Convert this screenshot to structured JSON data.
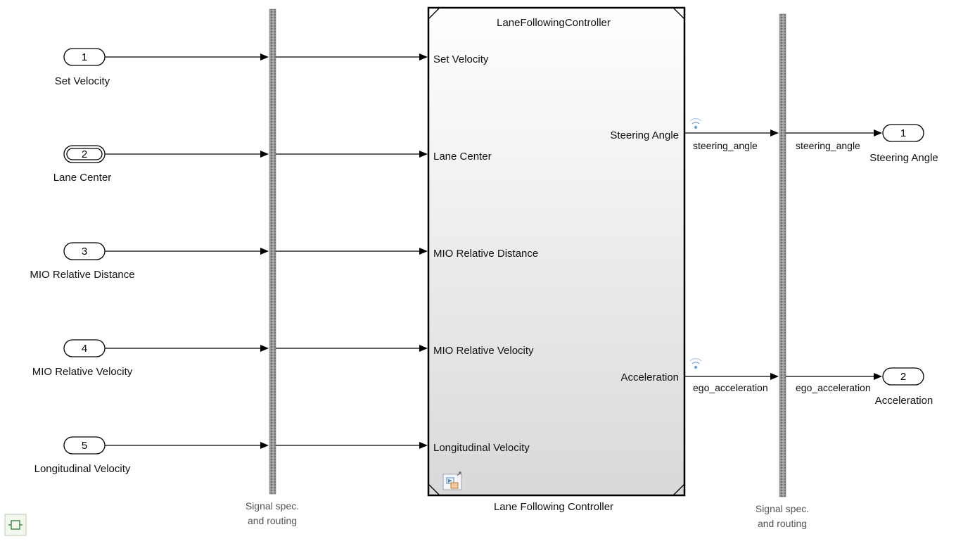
{
  "inports": [
    {
      "number": "1",
      "label": "Set Velocity"
    },
    {
      "number": "2",
      "label": "Lane Center"
    },
    {
      "number": "3",
      "label": "MIO Relative Distance"
    },
    {
      "number": "4",
      "label": "MIO Relative Velocity"
    },
    {
      "number": "5",
      "label": "Longitudinal Velocity"
    }
  ],
  "left_bus": {
    "label_line1": "Signal spec.",
    "label_line2": "and routing"
  },
  "controller": {
    "title": "LaneFollowingController",
    "caption": "Lane Following Controller",
    "inputs": [
      "Set Velocity",
      "Lane Center",
      "MIO Relative Distance",
      "MIO Relative Velocity",
      "Longitudinal Velocity"
    ],
    "outputs": [
      "Steering Angle",
      "Acceleration"
    ],
    "icon": "model-reference-icon"
  },
  "signals": {
    "out1_in": "steering_angle",
    "out1_out": "steering_angle",
    "out2_in": "ego_acceleration",
    "out2_out": "ego_acceleration",
    "logging_icon": "signal-logging-icon"
  },
  "right_bus": {
    "label_line1": "Signal spec.",
    "label_line2": "and routing"
  },
  "outports": [
    {
      "number": "1",
      "label": "Steering Angle"
    },
    {
      "number": "2",
      "label": "Acceleration"
    }
  ],
  "bottom_left_icon": "subsystem-icon",
  "colors": {
    "bus": "#8c8c8c",
    "logging": "#6fa3d8",
    "block_border": "#000000"
  }
}
